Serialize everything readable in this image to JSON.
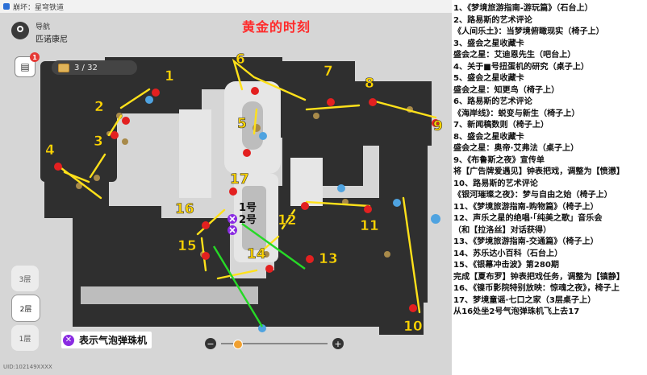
{
  "window": {
    "title": "崩坏：星穹铁道"
  },
  "nav": {
    "label": "导航",
    "area": "匹诺康尼"
  },
  "map_title": "黄金的时刻",
  "inbox": {
    "badge": "1"
  },
  "chest_counter": {
    "value": "3 / 32"
  },
  "floors": [
    "3层",
    "2层",
    "1层"
  ],
  "active_floor": "2层",
  "legend": {
    "symbol": "✕",
    "text": "表示气泡弹珠机"
  },
  "zoom": {
    "minus": "−",
    "plus": "+",
    "level": 0.15
  },
  "uid": "UID:102149XXXX",
  "machine_labels": [
    "1号",
    "2号"
  ],
  "route_numbers": [
    "1",
    "2",
    "3",
    "4",
    "5",
    "6",
    "7",
    "8",
    "9",
    "10",
    "11",
    "12",
    "13",
    "14",
    "15",
    "16",
    "17"
  ],
  "guide": [
    "1、《梦境旅游指南-游玩篇》（石台上）",
    "2、路易斯的艺术评论",
    "《人间乐土》：当梦境俯瞰现实（椅子上）",
    "3、盛会之星收藏卡",
    "盛会之星：艾迪恩先生（吧台上）",
    "4、关于■号扭蛋机的研究（桌子上）",
    "5、盛会之星收藏卡",
    "盛会之星：知更鸟（椅子上）",
    "6、路易斯的艺术评论",
    "《海岸线》：蜕变与新生（椅子上）",
    "7、新闻稿数则（椅子上）",
    "8、盛会之星收藏卡",
    "盛会之星：奥帝·艾弗法（桌子上）",
    "9、《布鲁斯之夜》宣传单",
    "将【广告牌爱遇见】钟表把戏，调整为【愤懑】",
    "10、路易斯的艺术评论",
    "《银河璀璨之夜》：梦与自由之始（椅子上）",
    "11、《梦境旅游指南-购物篇》（椅子上）",
    "12、声乐之星的绝唱·「纯美之歌」音乐会",
    "（和【拉洛丝】对话获得）",
    "13、《梦境旅游指南-交通篇》（椅子上）",
    "14、苏乐达小百科（石台上）",
    "15、《银幕冲击波》第280期",
    "完成【夏布罗】钟表把戏任务，调整为【镇静】",
    "16、《镍币影院特别放映：惊魂之夜》，椅子上",
    "17、梦境童谣·七口之家（3层桌子上）",
    "从16处坐2号气泡弹珠机飞上去17"
  ]
}
